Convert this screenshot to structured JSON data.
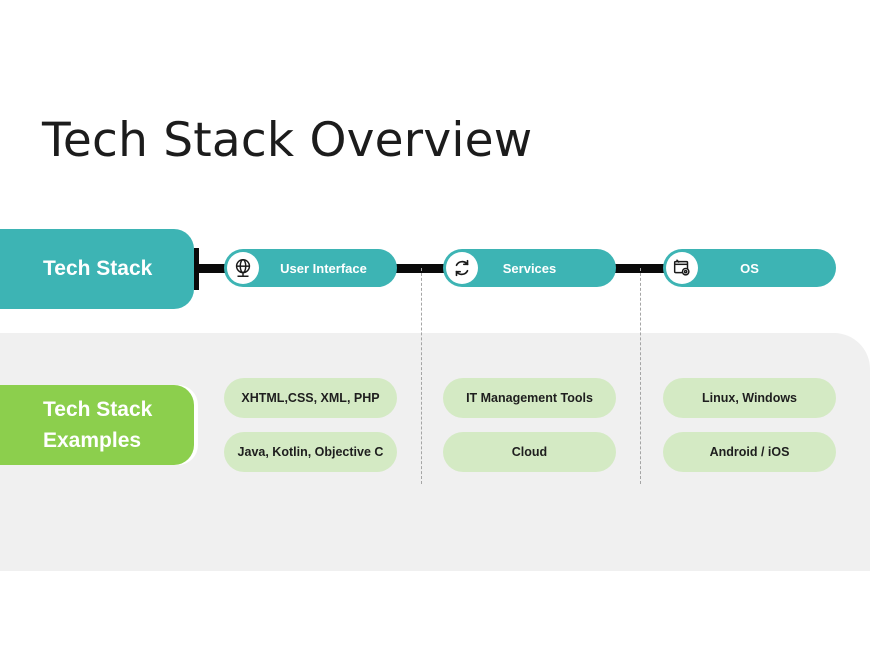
{
  "slide": {
    "title": "Tech Stack Overview"
  },
  "rows": {
    "primary_label": "Tech Stack",
    "secondary_label_line1": "Tech Stack",
    "secondary_label_line2": "Examples"
  },
  "columns": [
    {
      "heading": "User Interface",
      "icon": "globe-icon",
      "examples": [
        "XHTML,CSS, XML, PHP",
        "Java, Kotlin, Objective C"
      ]
    },
    {
      "heading": "Services",
      "icon": "refresh-cycle-icon",
      "examples": [
        "IT Management Tools",
        "Cloud"
      ]
    },
    {
      "heading": "OS",
      "icon": "window-settings-icon",
      "examples": [
        "Linux, Windows",
        "Android / iOS"
      ]
    }
  ],
  "colors": {
    "teal": "#3db4b4",
    "green": "#8ccf4d",
    "light_green": "#d4eac4",
    "panel_gray": "#f0f0f0"
  }
}
